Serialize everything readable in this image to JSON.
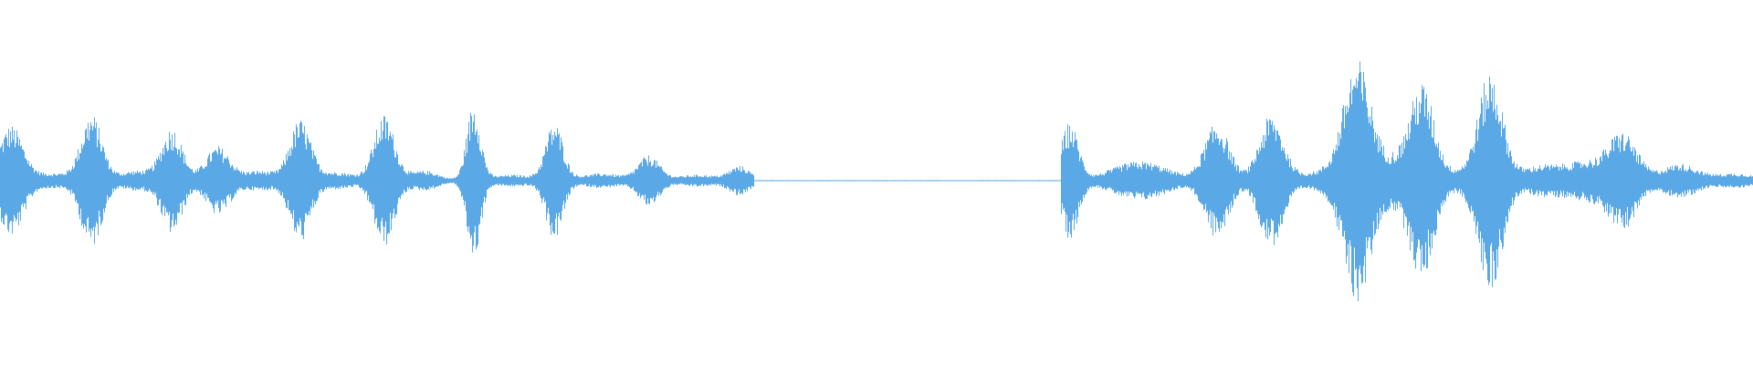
{
  "waveform": {
    "color": "#5aa9e6",
    "background": "#ffffff",
    "baseline_level": 0.004,
    "bursts": [
      {
        "t": 0.006,
        "amp": 0.4,
        "width": 0.007
      },
      {
        "t": 0.03,
        "amp": 0.05,
        "width": 0.012
      },
      {
        "t": 0.052,
        "amp": 0.48,
        "width": 0.006
      },
      {
        "t": 0.078,
        "amp": 0.07,
        "width": 0.01
      },
      {
        "t": 0.098,
        "amp": 0.38,
        "width": 0.006
      },
      {
        "t": 0.124,
        "amp": 0.25,
        "width": 0.007
      },
      {
        "t": 0.148,
        "amp": 0.07,
        "width": 0.009
      },
      {
        "t": 0.171,
        "amp": 0.44,
        "width": 0.006
      },
      {
        "t": 0.192,
        "amp": 0.06,
        "width": 0.01
      },
      {
        "t": 0.219,
        "amp": 0.48,
        "width": 0.006
      },
      {
        "t": 0.242,
        "amp": 0.07,
        "width": 0.008
      },
      {
        "t": 0.27,
        "amp": 0.56,
        "width": 0.004
      },
      {
        "t": 0.292,
        "amp": 0.04,
        "width": 0.012
      },
      {
        "t": 0.316,
        "amp": 0.42,
        "width": 0.005
      },
      {
        "t": 0.343,
        "amp": 0.05,
        "width": 0.012
      },
      {
        "t": 0.37,
        "amp": 0.18,
        "width": 0.006
      },
      {
        "t": 0.398,
        "amp": 0.04,
        "width": 0.012
      },
      {
        "t": 0.422,
        "amp": 0.1,
        "width": 0.006
      },
      {
        "t": 0.61,
        "amp": 0.42,
        "width": 0.005
      },
      {
        "t": 0.65,
        "amp": 0.14,
        "width": 0.016
      },
      {
        "t": 0.694,
        "amp": 0.42,
        "width": 0.007
      },
      {
        "t": 0.725,
        "amp": 0.48,
        "width": 0.007
      },
      {
        "t": 0.752,
        "amp": 0.06,
        "width": 0.01
      },
      {
        "t": 0.774,
        "amp": 0.88,
        "width": 0.008
      },
      {
        "t": 0.795,
        "amp": 0.14,
        "width": 0.008
      },
      {
        "t": 0.811,
        "amp": 0.7,
        "width": 0.007
      },
      {
        "t": 0.831,
        "amp": 0.06,
        "width": 0.008
      },
      {
        "t": 0.85,
        "amp": 0.8,
        "width": 0.007
      },
      {
        "t": 0.876,
        "amp": 0.08,
        "width": 0.01
      },
      {
        "t": 0.905,
        "amp": 0.14,
        "width": 0.016
      },
      {
        "t": 0.926,
        "amp": 0.3,
        "width": 0.008
      },
      {
        "t": 0.958,
        "amp": 0.12,
        "width": 0.01
      },
      {
        "t": 0.99,
        "amp": 0.05,
        "width": 0.012
      }
    ],
    "silence_range": [
      0.43,
      0.605
    ]
  }
}
